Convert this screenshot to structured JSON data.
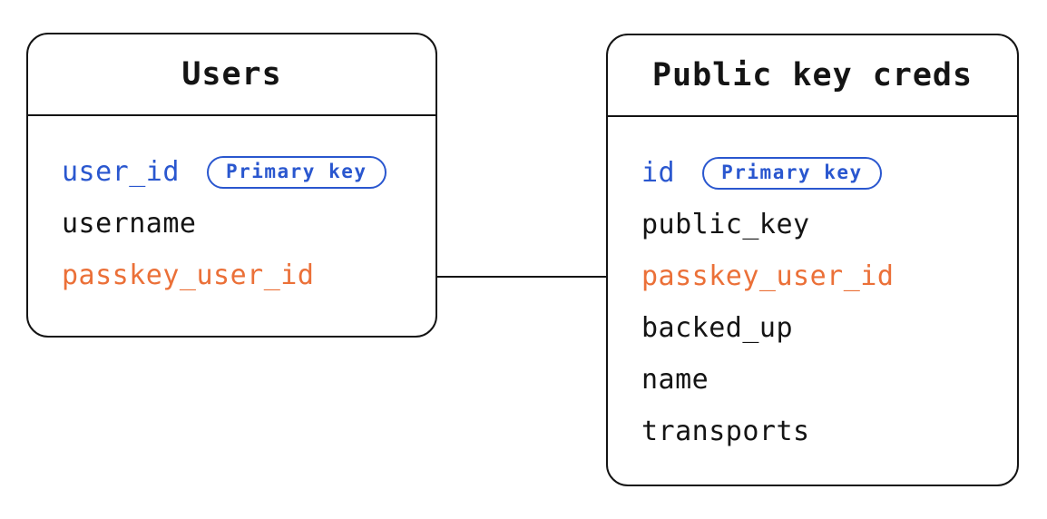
{
  "diagram": {
    "colors": {
      "primary_key_blue": "#2a57cf",
      "foreign_key_orange": "#eb7038",
      "line": "#141414",
      "background": "#ffffff"
    },
    "tables": [
      {
        "id": "users",
        "title": "Users",
        "fields": [
          {
            "name": "user_id",
            "color": "blue",
            "badge": "Primary key"
          },
          {
            "name": "username",
            "color": "default"
          },
          {
            "name": "passkey_user_id",
            "color": "orange"
          }
        ]
      },
      {
        "id": "public-key-creds",
        "title": "Public key creds",
        "fields": [
          {
            "name": "id",
            "color": "blue",
            "badge": "Primary key"
          },
          {
            "name": "public_key",
            "color": "default"
          },
          {
            "name": "passkey_user_id",
            "color": "orange"
          },
          {
            "name": "backed_up",
            "color": "default"
          },
          {
            "name": "name",
            "color": "default"
          },
          {
            "name": "transports",
            "color": "default"
          }
        ]
      }
    ],
    "relationship": {
      "from": "Users.passkey_user_id",
      "to": "Public key creds.passkey_user_id",
      "style": "straight-line"
    }
  }
}
